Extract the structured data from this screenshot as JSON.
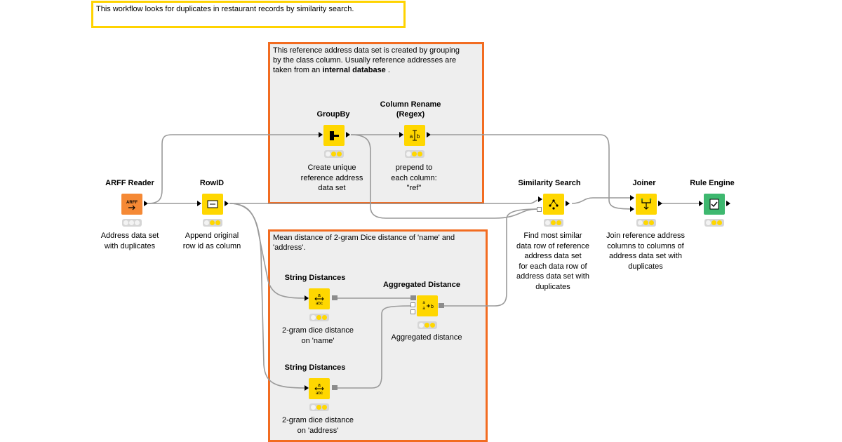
{
  "annotations": {
    "workflow_intro": "This workflow looks for duplicates in  restaurant records  by similarity search.",
    "reference_box_line1": "This reference address data set is created by grouping",
    "reference_box_line2": "by the class column. Usually reference addresses are",
    "reference_box_line3_prefix": "taken from an ",
    "reference_box_line3_bold": "internal database",
    "reference_box_line3_suffix": "  .",
    "distance_box_line1": "Mean distance of 2-gram Dice distance of 'name' and",
    "distance_box_line2": "'address'."
  },
  "nodes": {
    "arff_reader": {
      "title": "ARFF Reader",
      "desc1": "Address data set",
      "desc2": "with duplicates",
      "icon": "arff-file-icon"
    },
    "rowid": {
      "title": "RowID",
      "desc1": "Append original",
      "desc2": "row id as column",
      "icon": "row-id-icon"
    },
    "groupby": {
      "title": "GroupBy",
      "desc1": "Create unique",
      "desc2": "reference address",
      "desc3": "data set",
      "icon": "groupby-icon"
    },
    "column_rename": {
      "title1": "Column Rename",
      "title2": "(Regex)",
      "desc1": "prepend to",
      "desc2": "each column:",
      "desc3": "\"ref\"",
      "icon": "rename-icon"
    },
    "similarity_search": {
      "title": "Similarity Search",
      "desc1": "Find most similar",
      "desc2": "data row of reference",
      "desc3": "address data set",
      "desc4": "for each data row of",
      "desc5": "address data set with",
      "desc6": "duplicates",
      "icon": "similarity-icon"
    },
    "joiner": {
      "title": "Joiner",
      "desc1": "Join reference address",
      "desc2": "columns to columns of",
      "desc3": "address data set with",
      "desc4": "duplicates",
      "icon": "joiner-icon"
    },
    "rule_engine": {
      "title": "Rule Engine",
      "icon": "rule-engine-icon"
    },
    "string_distances_1": {
      "title": "String Distances",
      "desc1": "2-gram dice distance",
      "desc2": "on 'name'",
      "icon": "string-distance-icon"
    },
    "string_distances_2": {
      "title": "String Distances",
      "desc1": "2-gram dice distance",
      "desc2": "on 'address'",
      "icon": "string-distance-icon"
    },
    "aggregated_distance": {
      "title": "Aggregated Distance",
      "desc1": "Aggregated distance",
      "icon": "aggregated-distance-icon"
    }
  },
  "colors": {
    "annotation_yellow": "#ffd300",
    "annotation_orange": "#f26c21",
    "manipulator_node": "#ffd700",
    "source_node": "#f58935",
    "sink_node": "#3eb86f",
    "connection": "#9a9a9a"
  }
}
